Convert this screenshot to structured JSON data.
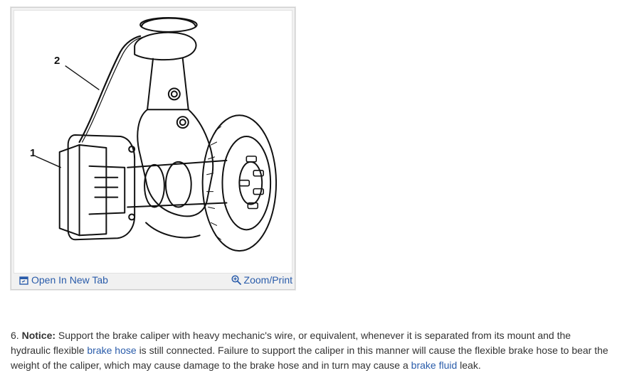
{
  "figure": {
    "callouts": {
      "label_1": "1",
      "label_2": "2"
    },
    "toolbar": {
      "open_tab_label": "Open In New Tab",
      "zoom_label": "Zoom/Print",
      "open_tab_icon": "external-window-icon",
      "zoom_icon": "magnifier-zoom-icon"
    }
  },
  "notice": {
    "step_number": "6.",
    "notice_label": "Notice:",
    "text_1": "Support the brake caliper with heavy mechanic's wire, or equivalent, whenever it is separated from its mount and the hydraulic flexible",
    "link_1": "brake hose",
    "text_2": "is still connected. Failure to support the caliper in this manner will cause the flexible brake hose to bear the weight of the caliper, which may cause damage to the brake hose and in turn may cause a",
    "link_2": "brake fluid",
    "text_3": "leak."
  },
  "colors": {
    "link": "#2a5caa",
    "text": "#333333",
    "frame_border": "#cfcfcf"
  }
}
